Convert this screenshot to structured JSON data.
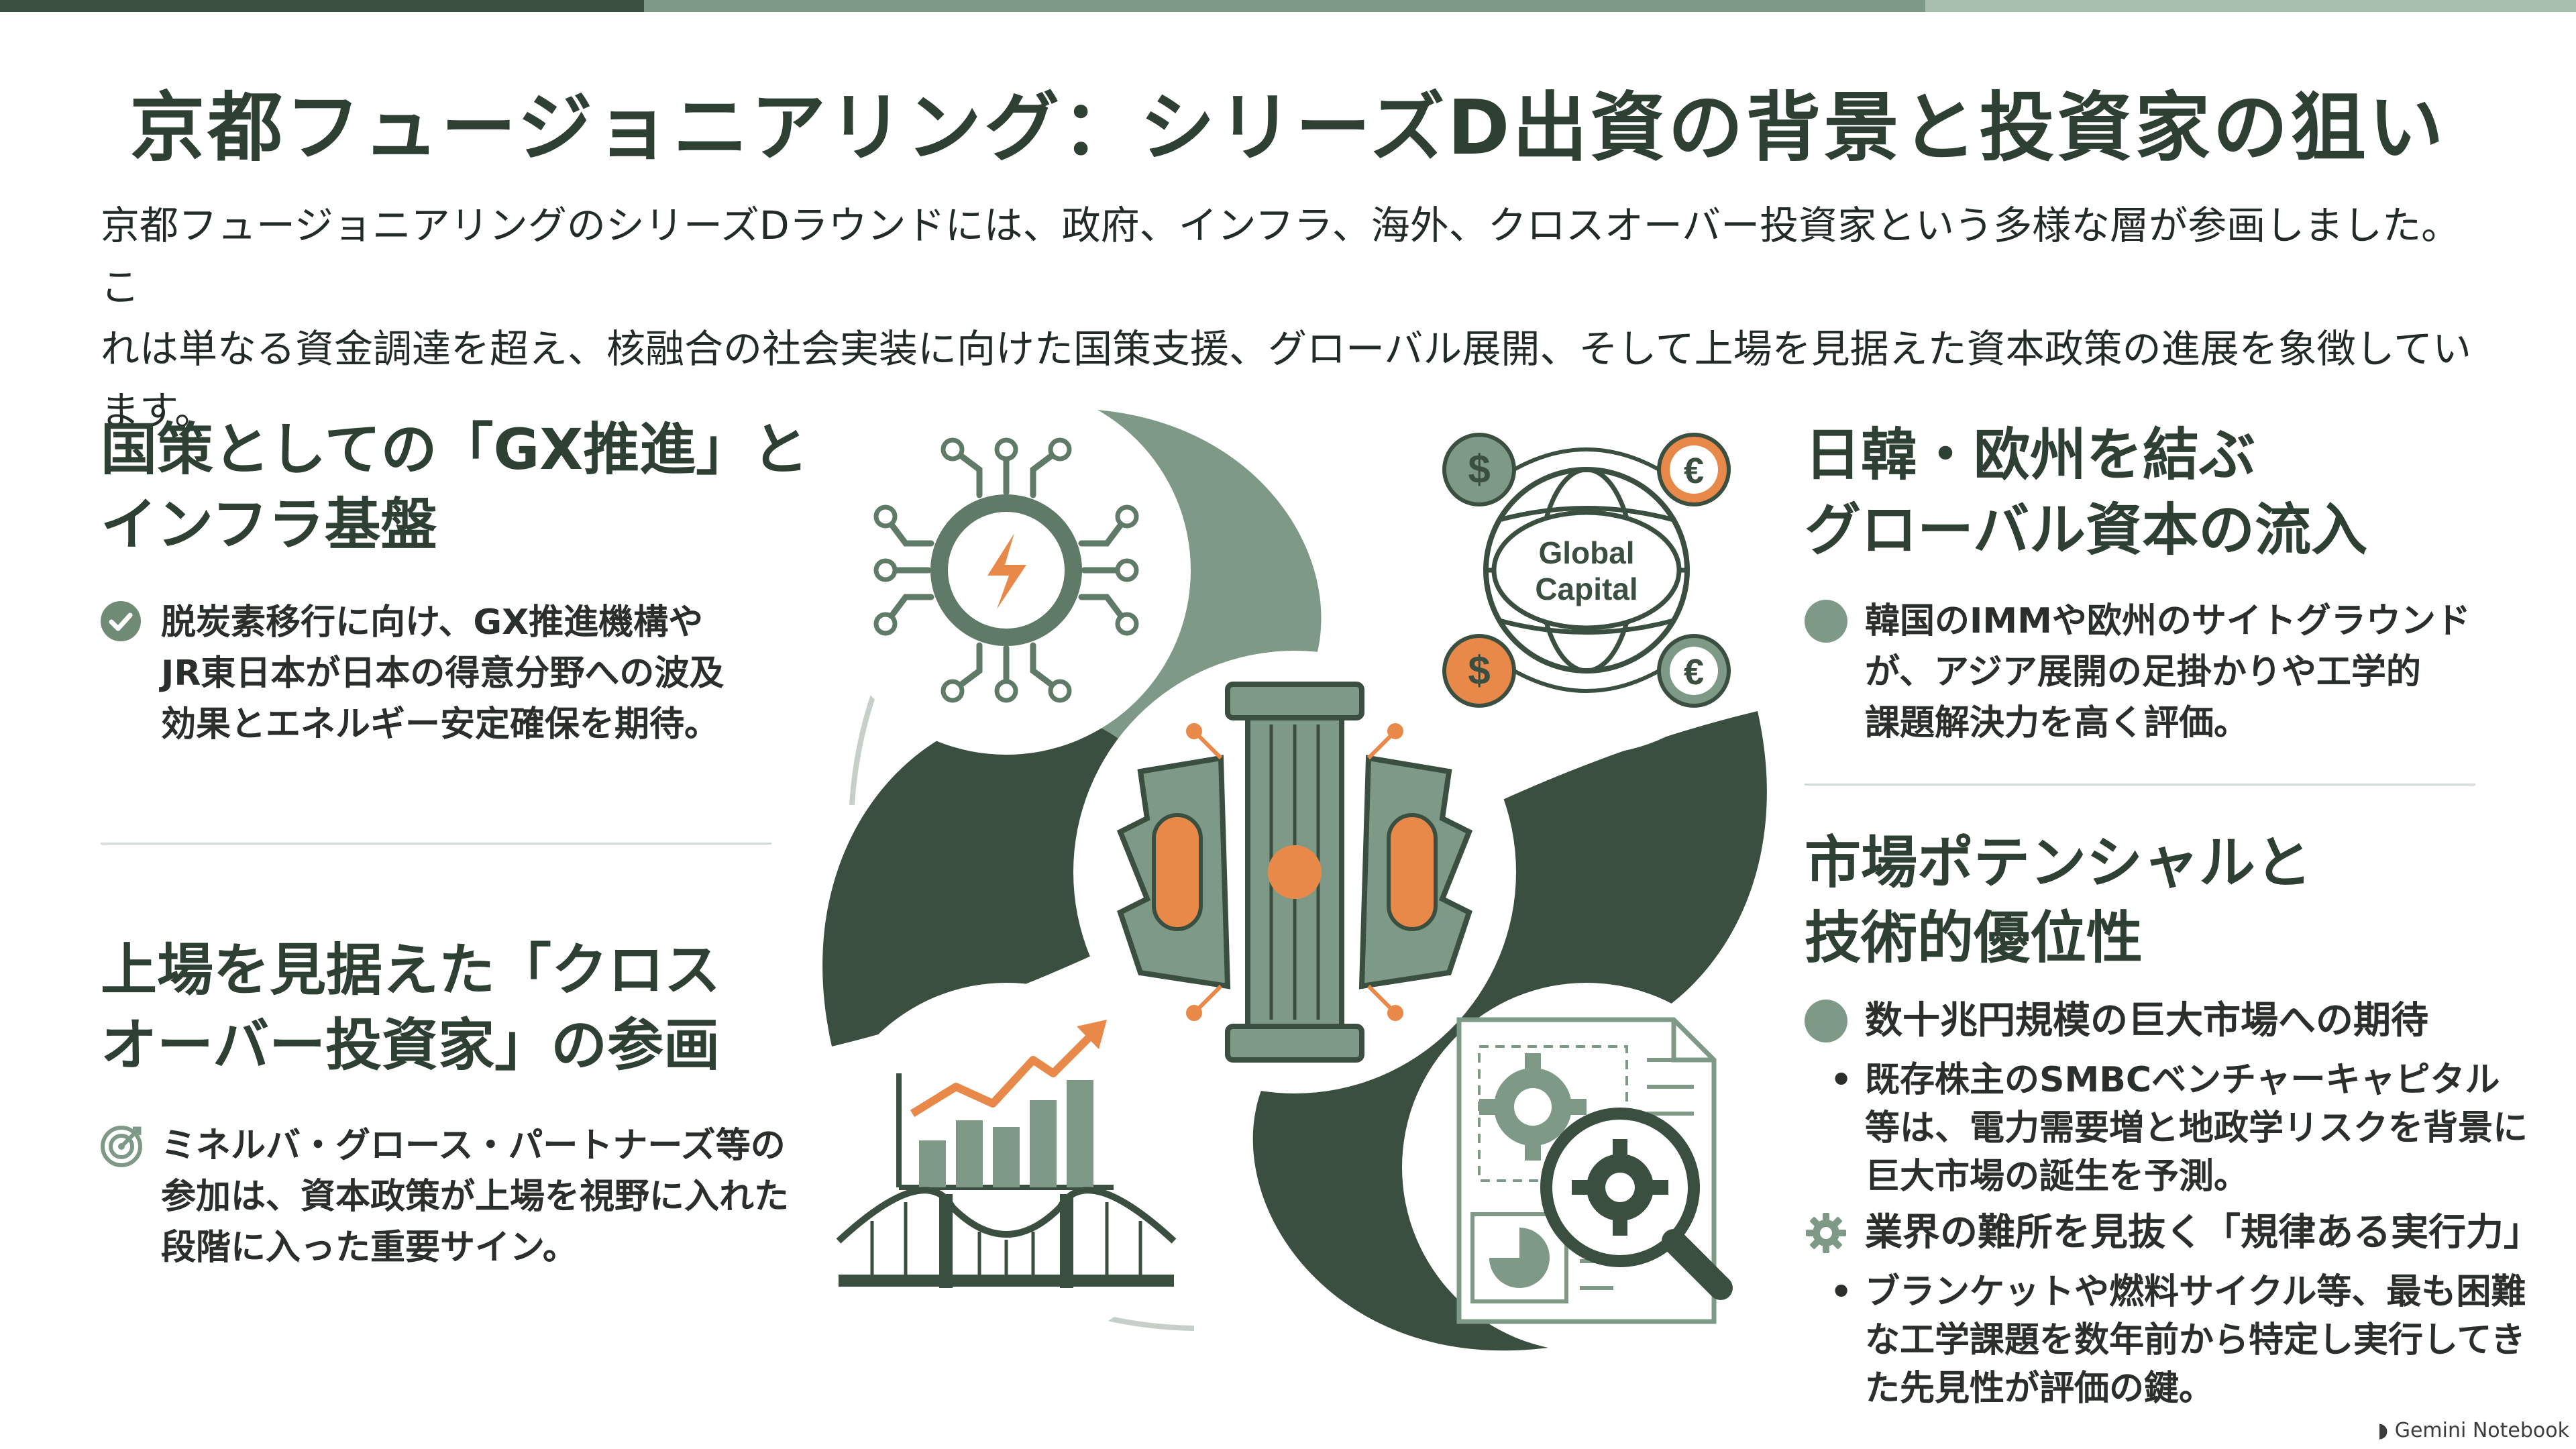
{
  "title": "京都フュージョニアリング：シリーズD出資の背景と投資家の狙い",
  "intro": [
    "京都フュージョニアリングのシリーズDラウンドには、政府、インフラ、海外、クロスオーバー投資家という多様な層が参画しました。こ",
    "れは単なる資金調達を超え、核融合の社会実装に向けた国策支援、グローバル展開、そして上場を見据えた資本政策の進展を象徴しています。"
  ],
  "sections": {
    "gx": {
      "heading": [
        "国策としての「GX推進」と",
        "インフラ基盤"
      ],
      "body": [
        "脱炭素移行に向け、GX推進機構や",
        "JR東日本が日本の得意分野への波及",
        "効果とエネルギー安定確保を期待。"
      ]
    },
    "ipo": {
      "heading": [
        "上場を見据えた「クロス",
        "オーバー投資家」の参画"
      ],
      "body": [
        "ミネルバ・グロース・パートナーズ等の",
        "参加は、資本政策が上場を視野に入れた",
        "段階に入った重要サイン。"
      ]
    },
    "global": {
      "heading": [
        "日韓・欧州を結ぶ",
        "グローバル資本の流入"
      ],
      "body": [
        "韓国のIMMや欧州のサイトグラウンド",
        "が、アジア展開の足掛かりや工学的",
        "課題解決力を高く評価。"
      ]
    },
    "market": {
      "heading": [
        "市場ポテンシャルと",
        "技術的優位性"
      ],
      "sub1": "数十兆円規模の巨大市場への期待",
      "bullet1": [
        "既存株主のSMBCベンチャーキャピタル",
        "等は、電力需要増と地政学リスクを背景に",
        "巨大市場の誕生を予測。"
      ],
      "sub2": "業界の難所を見抜く「規律ある実行力」",
      "bullet2": [
        "ブランケットや燃料サイクル等、最も困難",
        "な工学課題を数年前から特定し実行してき",
        "た先見性が評価の鍵。"
      ]
    }
  },
  "graphic": {
    "global_capital_line1": "Global",
    "global_capital_line2": "Capital"
  },
  "credit": "Gemini Notebook",
  "colors": {
    "dark_green": "#3b4f41",
    "sage": "#7e9a87",
    "orange": "#e8894a"
  }
}
